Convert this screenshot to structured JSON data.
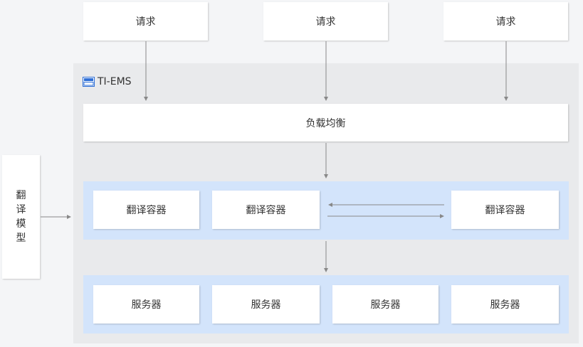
{
  "requests": [
    "请求",
    "请求",
    "请求"
  ],
  "platform": {
    "name": "TI-EMS",
    "icon": "ti-ems-logo-icon"
  },
  "load_balancer": "负载均衡",
  "model": [
    "翻",
    "译",
    "模",
    "型"
  ],
  "containers": [
    "翻译容器",
    "翻译容器",
    "翻译容器"
  ],
  "servers": [
    "服务器",
    "服务器",
    "服务器",
    "服务器"
  ],
  "colors": {
    "container_row": "#d3e4fb",
    "ems_area": "#e9eaec",
    "arrow": "#888888"
  }
}
